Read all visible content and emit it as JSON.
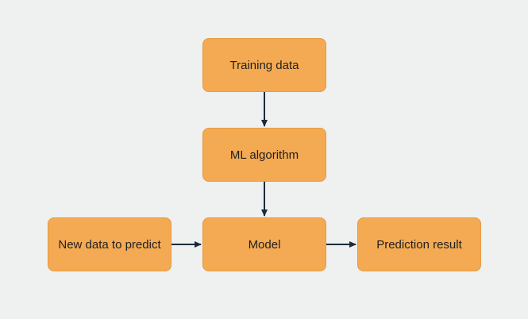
{
  "diagram": {
    "type": "flowchart",
    "colors": {
      "background": "#eff0f0",
      "node_fill": "#f4aa52",
      "node_border": "#e49b44",
      "arrow": "#1b2b3a",
      "text": "#1f1f1f"
    },
    "nodes": {
      "training_data": "Training data",
      "ml_algorithm": "ML algorithm",
      "model": "Model",
      "new_data": "New data to predict",
      "prediction_result": "Prediction result"
    },
    "edges": [
      {
        "from": "training_data",
        "to": "ml_algorithm"
      },
      {
        "from": "ml_algorithm",
        "to": "model"
      },
      {
        "from": "new_data",
        "to": "model"
      },
      {
        "from": "model",
        "to": "prediction_result"
      }
    ]
  }
}
